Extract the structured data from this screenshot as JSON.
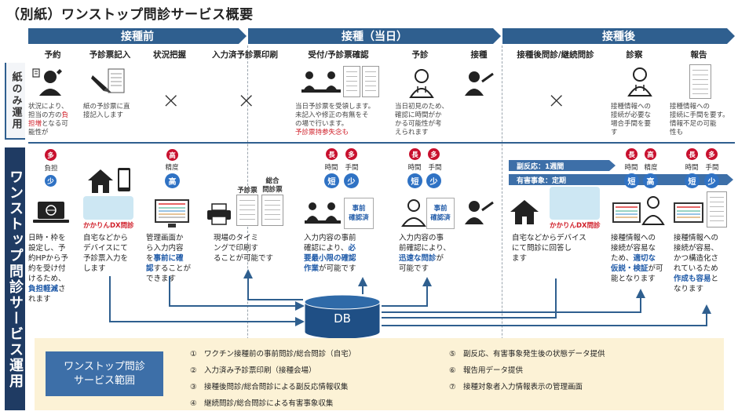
{
  "title": "（別紙）ワンストップ問診サービス概要",
  "phases": {
    "before": "接種前",
    "day": "接種（当日）",
    "after": "接種後"
  },
  "steps": {
    "s1": "予約",
    "s2": "予診票記入",
    "s3": "状況把握",
    "s4": "入力済予診票印刷",
    "s5": "受付/予診票確認",
    "s6": "予診",
    "s7": "接種",
    "s8": "接種後問診/継続問診",
    "s9": "診察",
    "s10": "報告"
  },
  "sidebars": {
    "paper": "紙のみ運用",
    "online": "ワンストップ問診サービス運用"
  },
  "paper": {
    "c1_a": "状況により、",
    "c1_b": "担当の方の",
    "c1_red1": "負",
    "c1_red2": "担増",
    "c1_c": "となる可",
    "c1_d": "能性が",
    "c2_a": "紙の予診票に直",
    "c2_b": "接記入します",
    "cross": "×",
    "c5_a": "当日予診票を受領します。",
    "c5_b": "未記入や修正の有無をそ",
    "c5_c": "の場で行います。",
    "c5_red": "予診票持参失念も",
    "c6_a": "当日初見のため、",
    "c6_b": "確認に時間がか",
    "c6_c": "かる可能性が考",
    "c6_d": "えられます",
    "c9_a": "接種情報への",
    "c9_b": "接続が必要な",
    "c9_c": "場合手間を要",
    "c9_d": "す",
    "c10_a": "接種情報への",
    "c10_b": "接続に手間を要す。",
    "c10_c": "情報不足の可能",
    "c10_d": "性も"
  },
  "badges": {
    "many": "多",
    "few": "少",
    "high": "高",
    "long": "長",
    "short": "短"
  },
  "labels": {
    "burden": "負担",
    "accuracy": "精度",
    "time": "時間",
    "effort": "手間",
    "yoshinhyo": "予診票",
    "sogo_a": "総合",
    "sogo_b": "問診票",
    "kakarin": "かかりんDX問診",
    "confirmed_a": "事前",
    "confirmed_b": "確認済",
    "side_effect": "副反応：1週間",
    "adverse": "有害事象：定期",
    "db": "DB"
  },
  "online": {
    "o1_a": "日時・枠を",
    "o1_b": "設定し、予",
    "o1_c": "約HPから予",
    "o1_d": "約を受け付",
    "o1_e": "けるため、",
    "o1_blue": "負担軽減",
    "o1_f": "さ",
    "o1_g": "れます",
    "o2_a": "自宅などから",
    "o2_b": "デバイスにて",
    "o2_c": "予診票入力を",
    "o2_d": "します",
    "o3_a": "管理画面か",
    "o3_b": "ら入力内容",
    "o3_c": "を",
    "o3_blue1": "事前に確",
    "o3_blue2": "認",
    "o3_d": "することが",
    "o3_e": "できます",
    "o4_a": "現場のタイミ",
    "o4_b": "ングで印刷す",
    "o4_c": "ることが可能",
    "o4_d": "です",
    "o5_a": "入力内容の事前",
    "o5_b": "確認により、",
    "o5_blue1": "必",
    "o5_blue2": "要最小限の確認",
    "o5_blue3": "作業",
    "o5_c": "が可能です",
    "o6_a": "入力内容の事",
    "o6_b": "前確認により、",
    "o6_blue": "迅速な問診",
    "o6_c": "が",
    "o6_d": "可能です",
    "o8_a": "自宅などからデバイス",
    "o8_b": "にて問診に回答し",
    "o8_c": "ます",
    "o9_a": "接種情報への",
    "o9_b": "接続が容易な",
    "o9_c": "ため、",
    "o9_blue1": "適切な",
    "o9_blue2": "仮説・検証",
    "o9_d": "が可",
    "o9_e": "能となります",
    "o10_a": "接種情報への",
    "o10_b": "接続が容易、",
    "o10_c": "かつ構造化さ",
    "o10_d": "れているため",
    "o10_blue": "作成も容易",
    "o10_e": "と",
    "o10_f": "なります"
  },
  "scope": {
    "title_a": "ワンストップ問診",
    "title_b": "サービス範囲",
    "i1": "①　ワクチン接種前の事前問診/総合問診（自宅）",
    "i2": "②　入力済み予診票印刷（接種会場）",
    "i3": "③　接種後問診/総合問診による副反応情報収集",
    "i4": "④　継続問診/総合問診による有害事象収集",
    "i5": "⑤　副反応、有害事象発生後の状態データ提供",
    "i6": "⑥　報告用データ提供",
    "i7": "⑦　接種対象者入力情報表示の管理画面"
  },
  "colors": {
    "navy": "#1f3b63",
    "phase_blue": "#2f5f8f",
    "accent_red": "#c8102e",
    "accent_blue": "#2f72c4",
    "scope_bg": "#fcf2d6"
  }
}
